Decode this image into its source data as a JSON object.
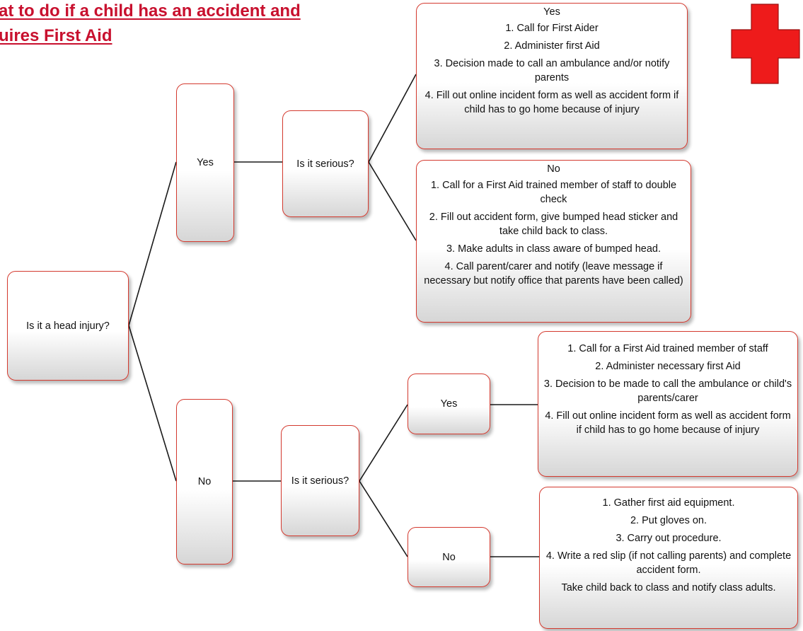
{
  "title": {
    "line1": "at to do if a child has an accident and",
    "line2": "uires First Aid"
  },
  "colors": {
    "title": "#c8102e",
    "box_border": "#d43a2f",
    "cross": "#ee1b1b",
    "connector": "#1a1a1a"
  },
  "icons": {
    "corner": "red-cross-icon"
  },
  "nodes": {
    "root": "Is it a head injury?",
    "head_yes": "Yes",
    "head_no": "No",
    "serious_head": "Is it serious?",
    "serious_other": "Is it serious?",
    "other_yes": "Yes",
    "other_no": "No"
  },
  "outcomes": {
    "head_serious_yes": {
      "heading": "Yes",
      "items": [
        "1. Call for First Aider",
        "2. Administer first Aid",
        "3. Decision made to call an ambulance and/or notify parents",
        "4. Fill out online incident form as well as accident form if child has to go home because of injury"
      ]
    },
    "head_serious_no": {
      "heading": "No",
      "items": [
        "1. Call for a First Aid trained member of staff to double check",
        "2. Fill out accident form, give bumped head sticker and take child back to class.",
        "3. Make adults in class aware of bumped head.",
        "4. Call parent/carer and notify (leave message if necessary but notify office that parents have been called)"
      ]
    },
    "other_serious_yes": {
      "items": [
        "1. Call for a First Aid trained member of staff",
        "2. Administer necessary first Aid",
        "3. Decision to be made to call the ambulance or child's parents/carer",
        "4. Fill out online incident form as well as accident form if child has to go home because of injury"
      ]
    },
    "other_serious_no": {
      "items": [
        "1. Gather first aid equipment.",
        "2. Put gloves on.",
        "3. Carry out procedure.",
        "4. Write a red slip (if not calling parents) and complete accident form.",
        "Take child back to class and notify class adults."
      ]
    }
  }
}
